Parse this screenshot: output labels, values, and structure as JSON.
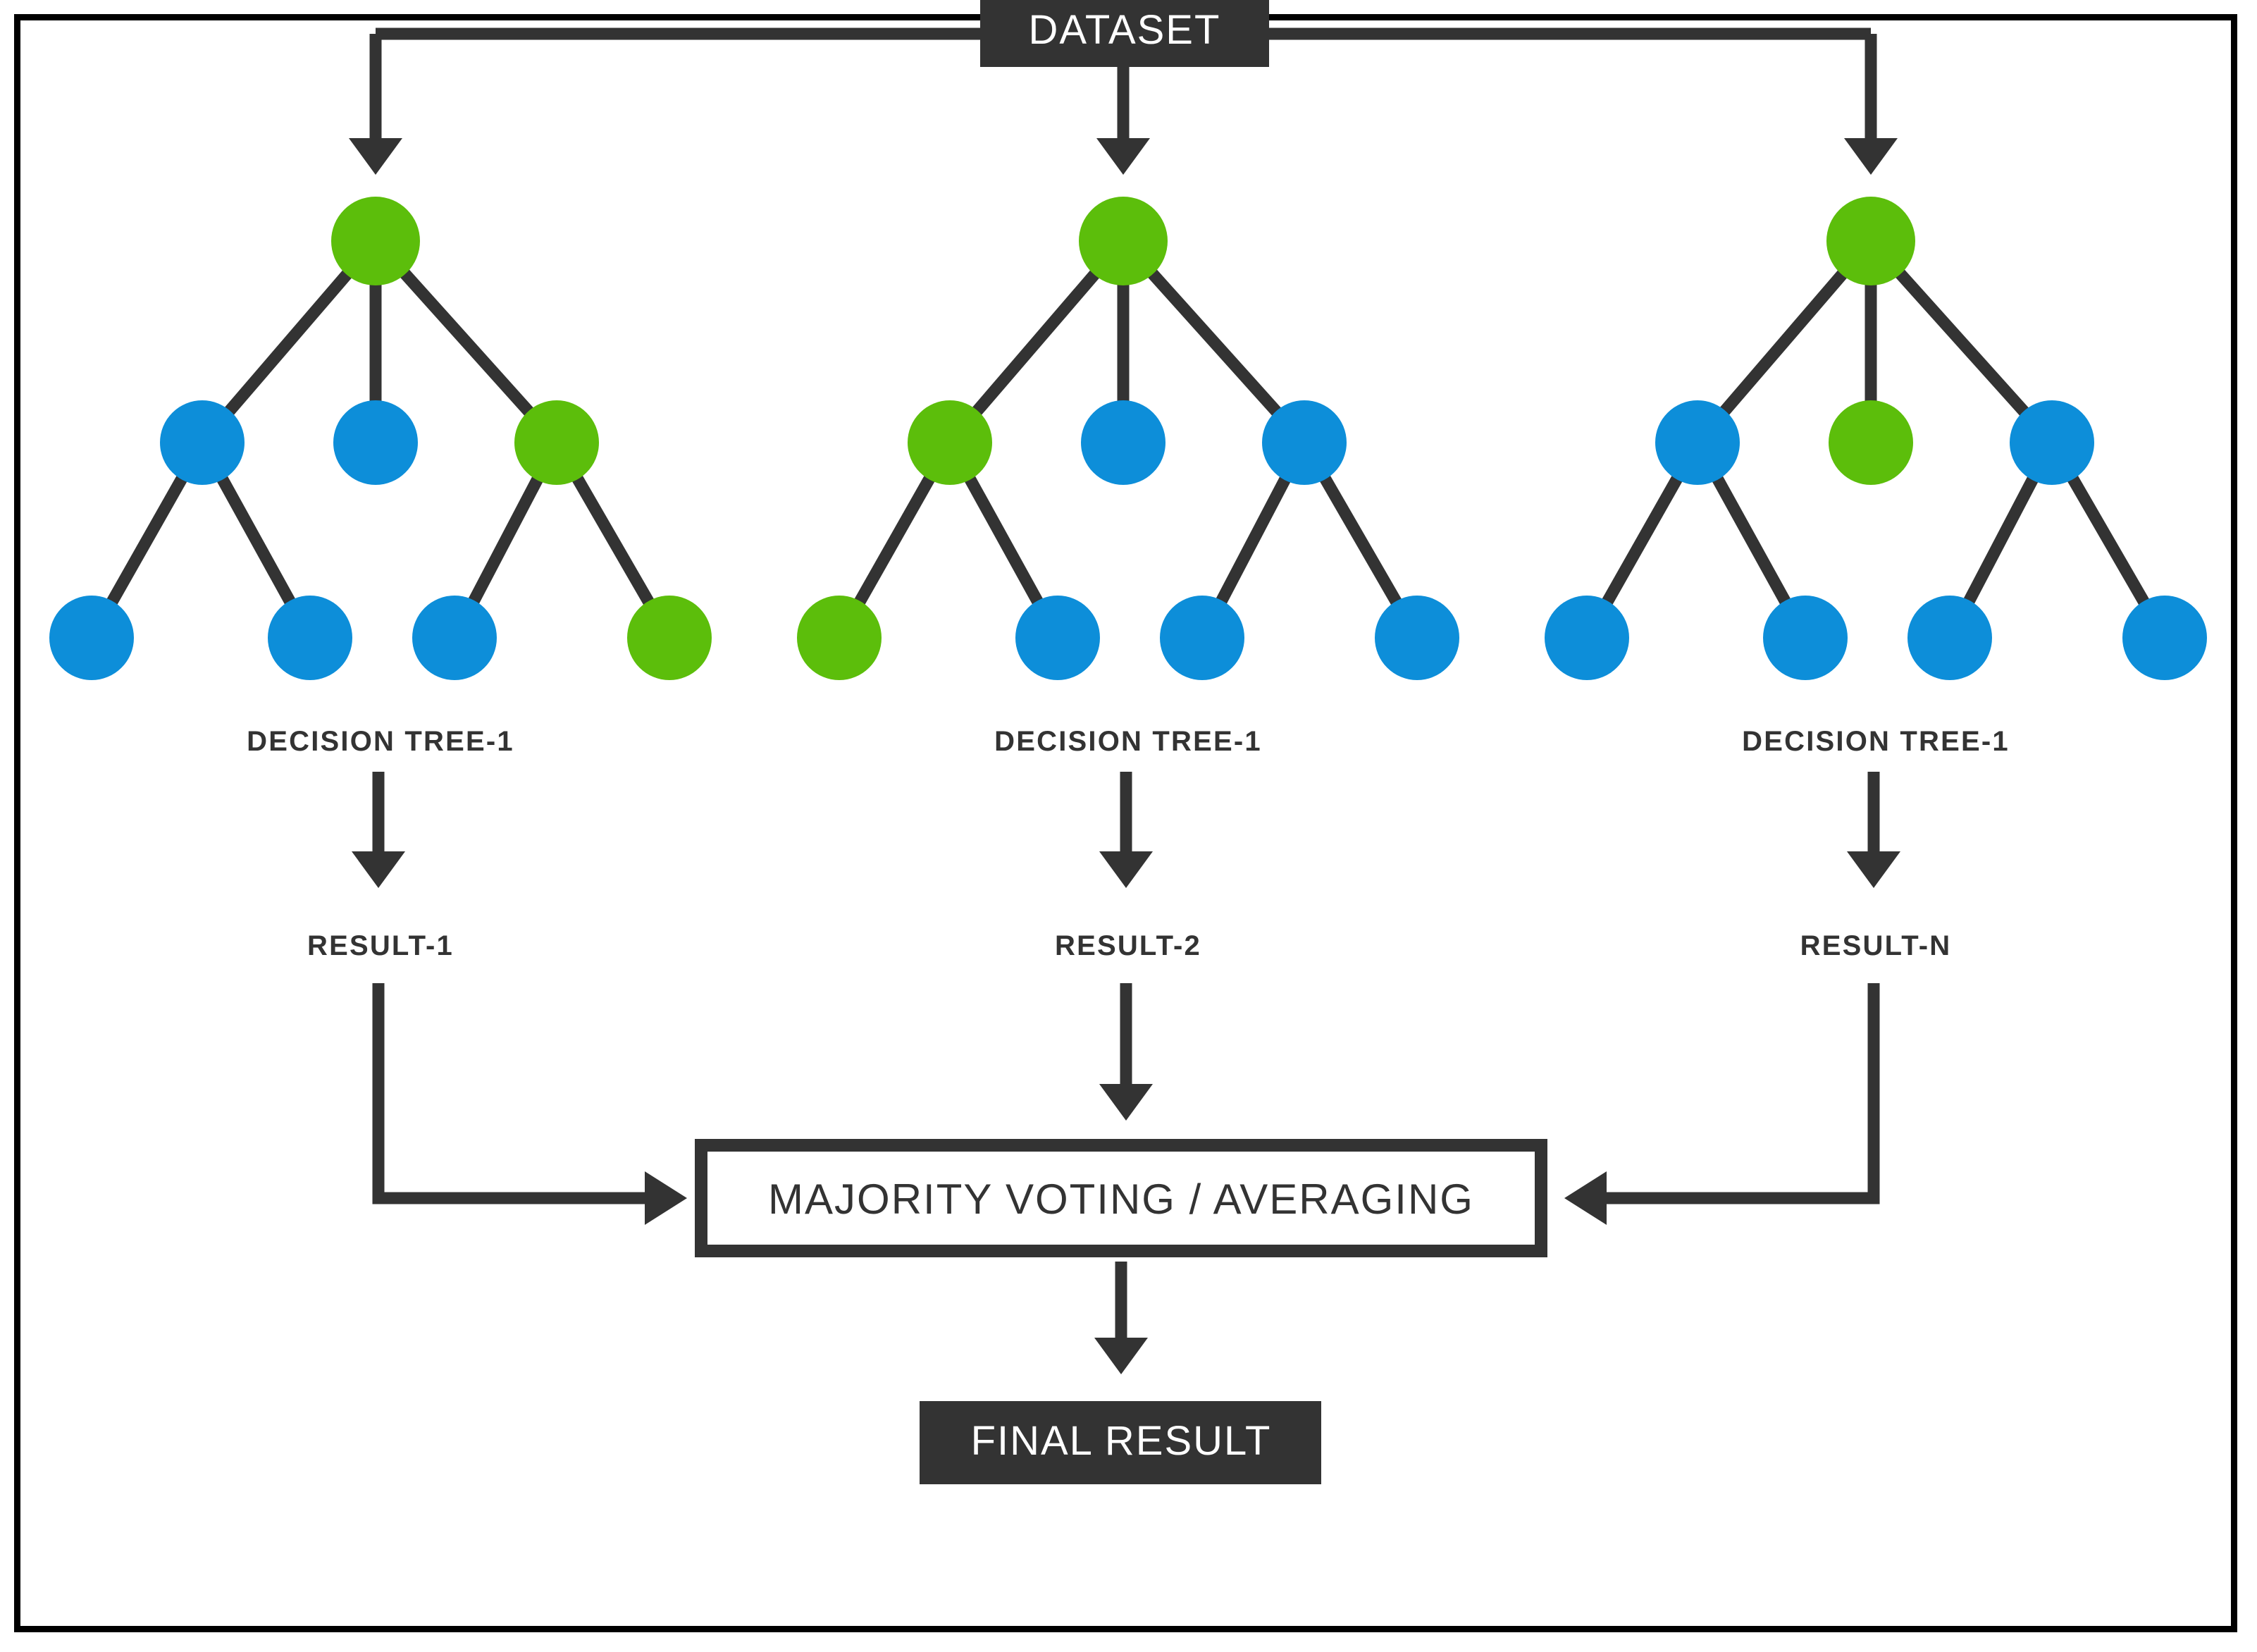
{
  "diagram": {
    "title_box": {
      "label": "DATASET"
    },
    "final_box": {
      "label": "FINAL RESULT"
    },
    "aggregator_box": {
      "label": "MAJORITY VOTING / AVERAGING"
    },
    "colors": {
      "green": "#5CBE0B",
      "blue": "#0D8ED9",
      "dark": "#333333",
      "frame": "#000000",
      "background": "#ffffff"
    },
    "trees": [
      {
        "label": "DECISION TREE-1",
        "result_label": "RESULT-1",
        "nodes": {
          "root": "green",
          "level2": [
            "blue",
            "blue",
            "green"
          ],
          "level3": [
            "blue",
            "blue",
            "blue",
            "green"
          ]
        }
      },
      {
        "label": "DECISION TREE-1",
        "result_label": "RESULT-2",
        "nodes": {
          "root": "green",
          "level2": [
            "green",
            "blue",
            "blue"
          ],
          "level3": [
            "green",
            "blue",
            "blue",
            "blue"
          ]
        }
      },
      {
        "label": "DECISION TREE-1",
        "result_label": "RESULT-N",
        "nodes": {
          "root": "green",
          "level2": [
            "blue",
            "green",
            "blue"
          ],
          "level3": [
            "blue",
            "blue",
            "blue",
            "blue"
          ]
        }
      }
    ]
  }
}
